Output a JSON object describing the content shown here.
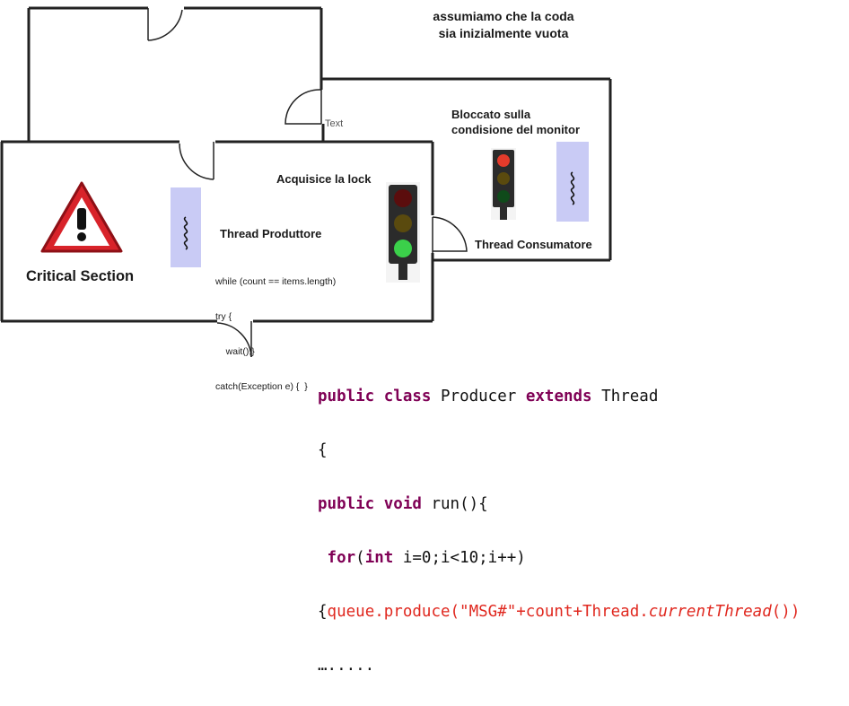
{
  "note": {
    "line1": "assumiamo che la coda",
    "line2": "sia inizialmente vuota"
  },
  "rooms": {
    "top_room_text": "Text",
    "consumer": {
      "status_line1": "Bloccato sulla",
      "status_line2": "condisione del monitor",
      "thread_label": "Thread Consumatore",
      "light_on": "red"
    },
    "critical": {
      "label": "Critical Section",
      "warning_symbol": "!",
      "acquire_label": "Acquisice la lock",
      "thread_label": "Thread Produttore",
      "light_on": "green",
      "code_lines": [
        "while (count == items.length)",
        "try {",
        "    wait();}",
        "catch(Exception e) {  }"
      ]
    }
  },
  "code": {
    "line1": {
      "kw1": "public",
      "kw2": "class",
      "name": "Producer",
      "kw3": "extends",
      "parent": "Thread"
    },
    "line2": "{",
    "line3": {
      "kw1": "public",
      "kw2": "void",
      "rest": "run(){"
    },
    "line4": {
      "kw1": "for",
      "open": "(",
      "kw2": "int",
      "rest": "i=0;i<10;i++)"
    },
    "line5": {
      "brace": "{",
      "call": "queue.produce(\"MSG#\"+count+Thread.",
      "method": "currentThread",
      "close": "())"
    },
    "line6": "…....."
  },
  "colors": {
    "keyword": "#7f0055",
    "highlight": "#e0281f",
    "thread_box": "#c9cbf5",
    "warning": "#d8232a"
  }
}
